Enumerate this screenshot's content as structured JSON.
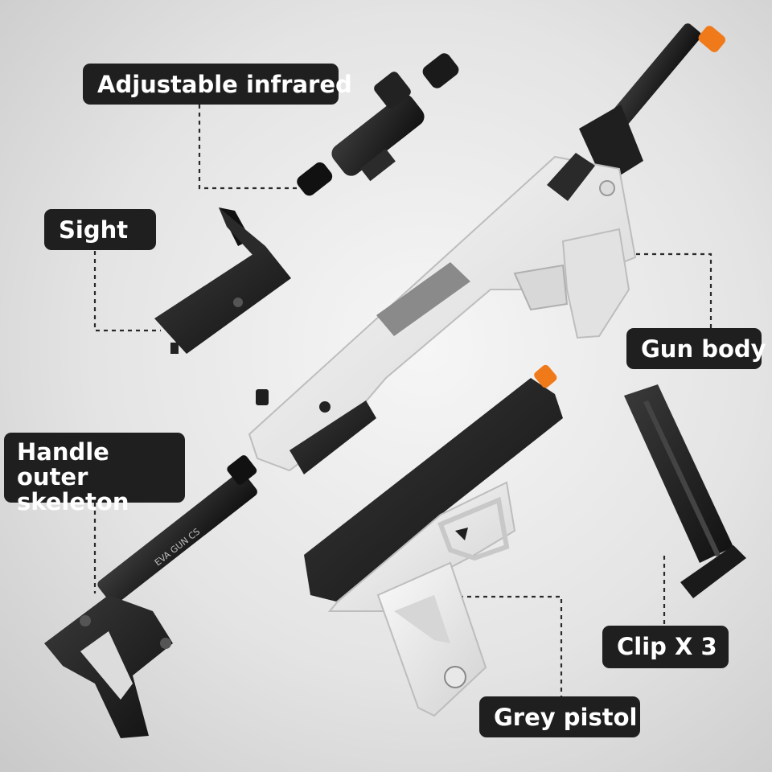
{
  "labels": {
    "infrared": "Adjustable infrared",
    "sight": "Sight",
    "gun_body": "Gun body",
    "handle": "Handle outer skeleton",
    "clip": "Clip X 3",
    "pistol": "Grey pistol"
  },
  "product_marking": "EVA GUN CS",
  "parts": [
    {
      "name": "infrared-laser",
      "description": "Adjustable infrared"
    },
    {
      "name": "sight",
      "description": "Sight"
    },
    {
      "name": "gun-body",
      "description": "Gun body"
    },
    {
      "name": "stock",
      "description": "Handle outer skeleton"
    },
    {
      "name": "magazine",
      "description": "Clip X 3"
    },
    {
      "name": "pistol",
      "description": "Grey pistol"
    }
  ],
  "colors": {
    "label_bg": "#1f1f1f",
    "label_text": "#ffffff",
    "body_white": "#ececec",
    "body_black": "#1b1b1b",
    "tip_orange": "#f07a1a"
  }
}
